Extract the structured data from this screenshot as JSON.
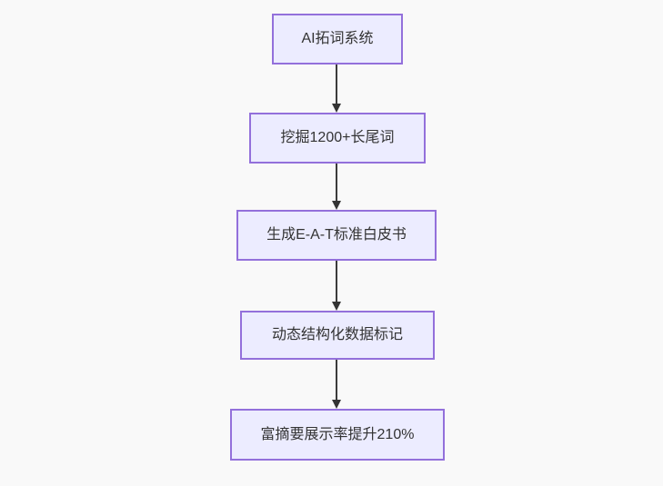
{
  "diagram": {
    "type": "flowchart",
    "direction": "top-down",
    "nodes": [
      {
        "id": "n1",
        "label": "AI拓词系统"
      },
      {
        "id": "n2",
        "label": "挖掘1200+长尾词"
      },
      {
        "id": "n3",
        "label": "生成E-A-T标准白皮书"
      },
      {
        "id": "n4",
        "label": "动态结构化数据标记"
      },
      {
        "id": "n5",
        "label": "富摘要展示率提升210%"
      }
    ],
    "edges": [
      {
        "from": "n1",
        "to": "n2"
      },
      {
        "from": "n2",
        "to": "n3"
      },
      {
        "from": "n3",
        "to": "n4"
      },
      {
        "from": "n4",
        "to": "n5"
      }
    ],
    "colors": {
      "node_fill": "#ECECFF",
      "node_border": "#9370DB",
      "arrow": "#333333",
      "text": "#333333",
      "background": "#f9f9f9"
    }
  }
}
